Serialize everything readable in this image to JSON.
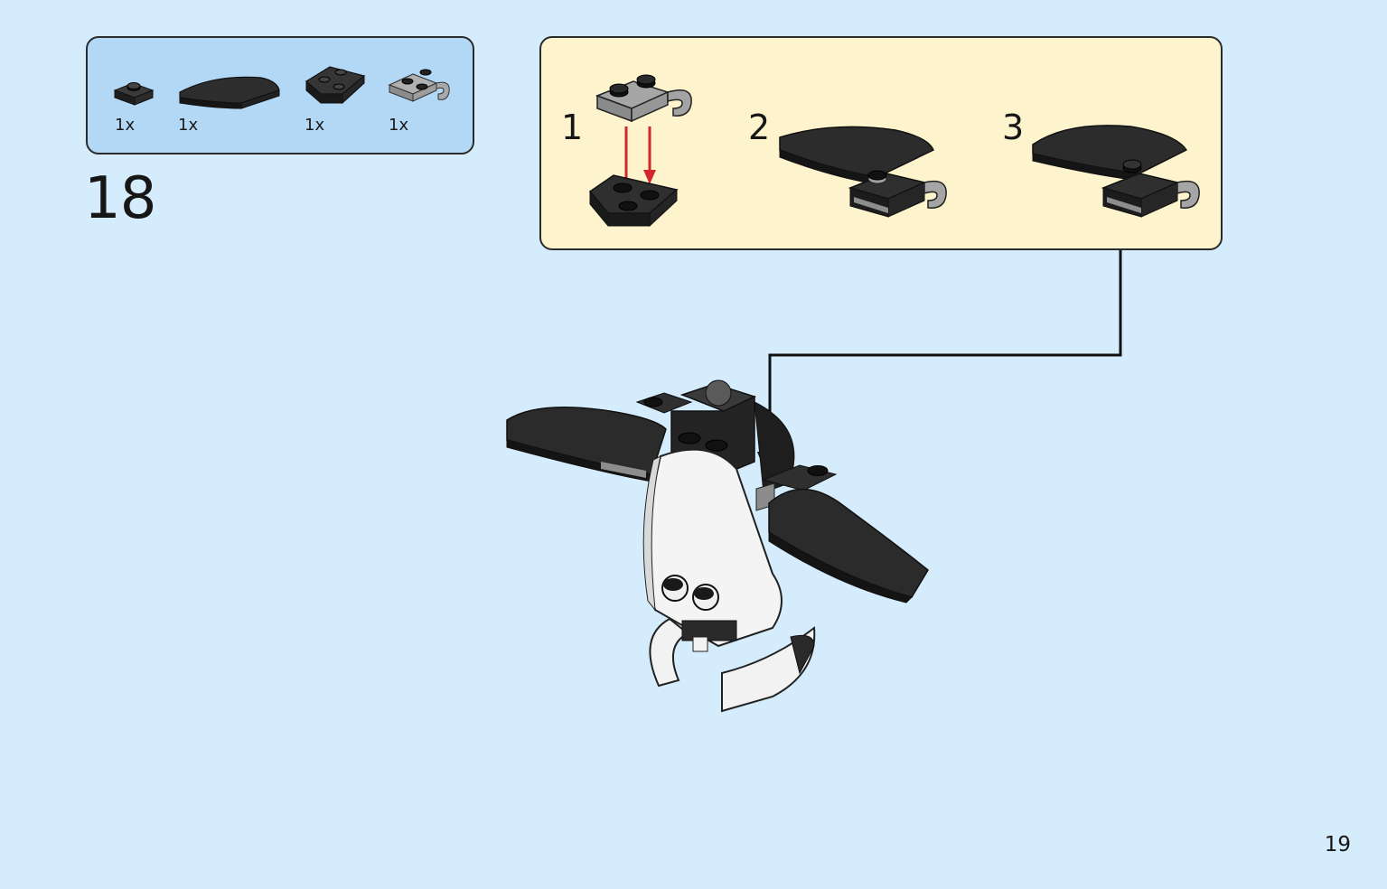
{
  "parts_list": {
    "items": [
      {
        "name": "black 1x1 plate",
        "qty": "1x",
        "icon": "plate-1x1-icon"
      },
      {
        "name": "black curved slope",
        "qty": "1x",
        "icon": "curved-slope-icon"
      },
      {
        "name": "black wedge plate",
        "qty": "1x",
        "icon": "wedge-plate-icon"
      },
      {
        "name": "grey clip plate",
        "qty": "1x",
        "icon": "clip-plate-icon"
      }
    ]
  },
  "step": {
    "number": "18"
  },
  "sub_assembly": {
    "steps": [
      {
        "number": "1"
      },
      {
        "number": "2"
      },
      {
        "number": "3"
      }
    ]
  },
  "page": {
    "number": "19"
  },
  "colors": {
    "page_background": "#d4ecfb",
    "parts_box": "#b3d8f5",
    "sub_assembly_box": "#fdf3cd",
    "brick_black": "#2b2b2b",
    "brick_grey": "#9c9c9c",
    "brick_white": "#f4f4f4",
    "arrow_red": "#d2262c"
  }
}
